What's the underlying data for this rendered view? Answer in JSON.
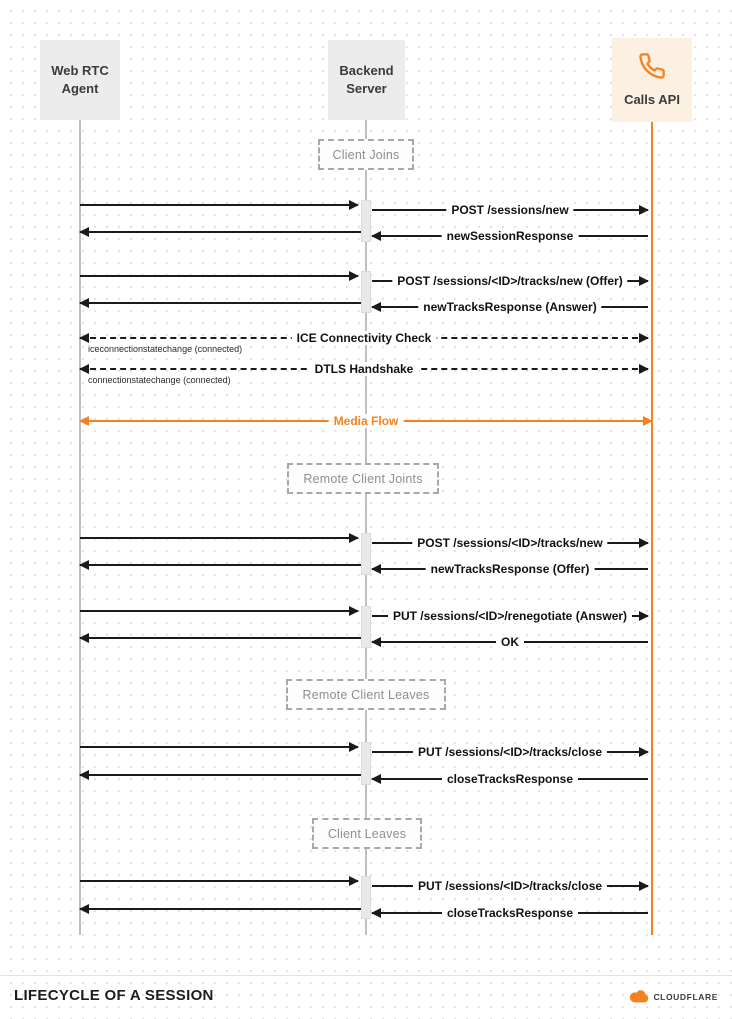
{
  "actors": {
    "webrtc": {
      "line1": "Web RTC",
      "line2": "Agent"
    },
    "backend": {
      "line1": "Backend",
      "line2": "Server"
    },
    "calls": {
      "label": "Calls API",
      "icon": "phone-icon"
    }
  },
  "sections": [
    {
      "label": "Client Joins"
    },
    {
      "label": "Remote Client Joints"
    },
    {
      "label": "Remote Client Leaves"
    },
    {
      "label": "Client Leaves"
    }
  ],
  "messages": [
    {
      "label": "POST /sessions/new"
    },
    {
      "label": "newSessionResponse"
    },
    {
      "label": "POST /sessions/<ID>/tracks/new (Offer)"
    },
    {
      "label": "newTracksResponse (Answer)"
    },
    {
      "label": "ICE Connectivity Check",
      "note": "iceconnectionstatechange (connected)"
    },
    {
      "label": "DTLS Handshake",
      "note": "connectionstatechange (connected)"
    },
    {
      "label": "Media Flow"
    },
    {
      "label": "POST /sessions/<ID>/tracks/new"
    },
    {
      "label": "newTracksResponse (Offer)"
    },
    {
      "label": "PUT /sessions/<ID>/renegotiate (Answer)"
    },
    {
      "label": "OK"
    },
    {
      "label": "PUT /sessions/<ID>/tracks/close"
    },
    {
      "label": "closeTracksResponse"
    },
    {
      "label": "PUT /sessions/<ID>/tracks/close"
    },
    {
      "label": "closeTracksResponse"
    }
  ],
  "footer": {
    "title": "LIFECYCLE OF A SESSION",
    "brand": "CLOUDFLARE"
  },
  "colors": {
    "accent": "#f6821f",
    "arrow": "#1a1a1a"
  }
}
